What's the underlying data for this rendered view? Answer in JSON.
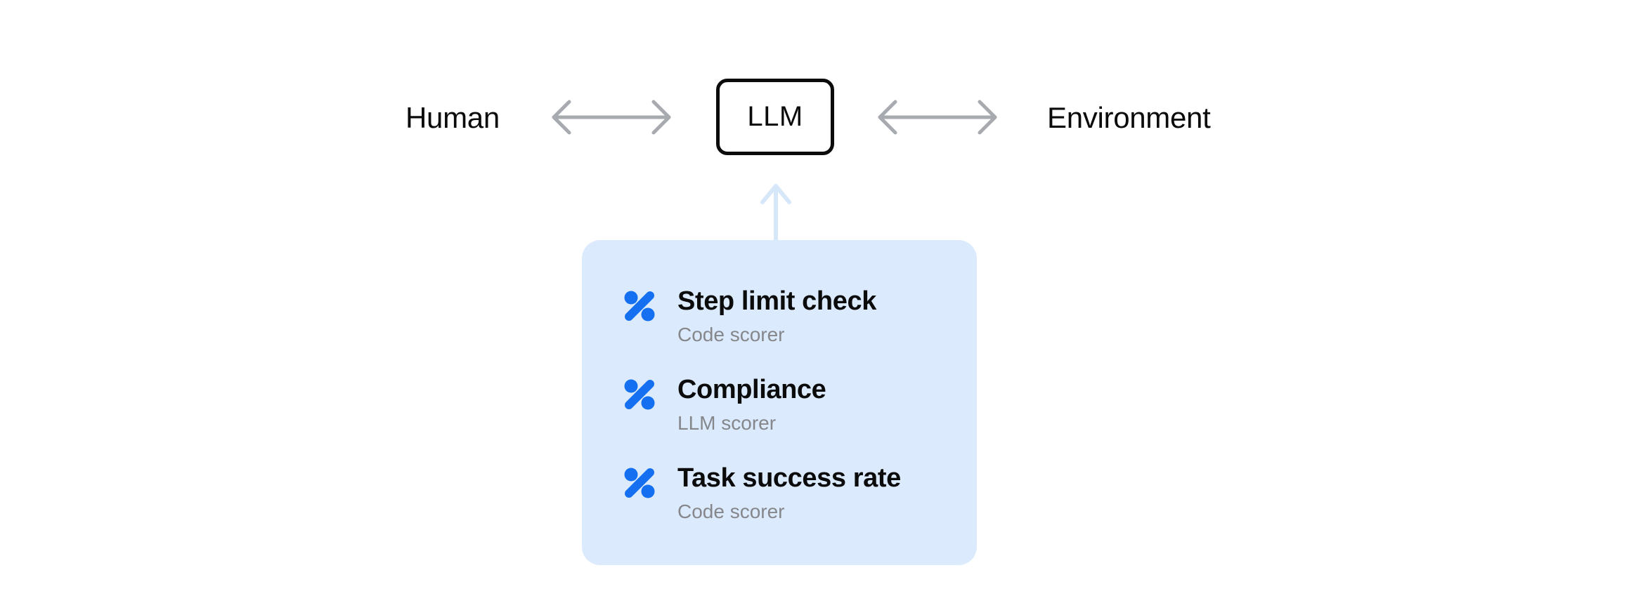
{
  "diagram": {
    "human_label": "Human",
    "llm_label": "LLM",
    "environment_label": "Environment"
  },
  "scorer_card": {
    "items": [
      {
        "icon": "percent-icon",
        "title": "Step limit check",
        "subtitle": "Code scorer"
      },
      {
        "icon": "percent-icon",
        "title": "Compliance",
        "subtitle": "LLM scorer"
      },
      {
        "icon": "percent-icon",
        "title": "Task success rate",
        "subtitle": "Code scorer"
      }
    ]
  },
  "colors": {
    "background": "#ffffff",
    "text": "#0b0b0c",
    "arrow_gray": "#a7aaae",
    "arrow_light_blue": "#d7e7fa",
    "card_background": "#dbeafd",
    "icon_blue": "#1470f0",
    "subtitle_gray": "#85878b"
  }
}
